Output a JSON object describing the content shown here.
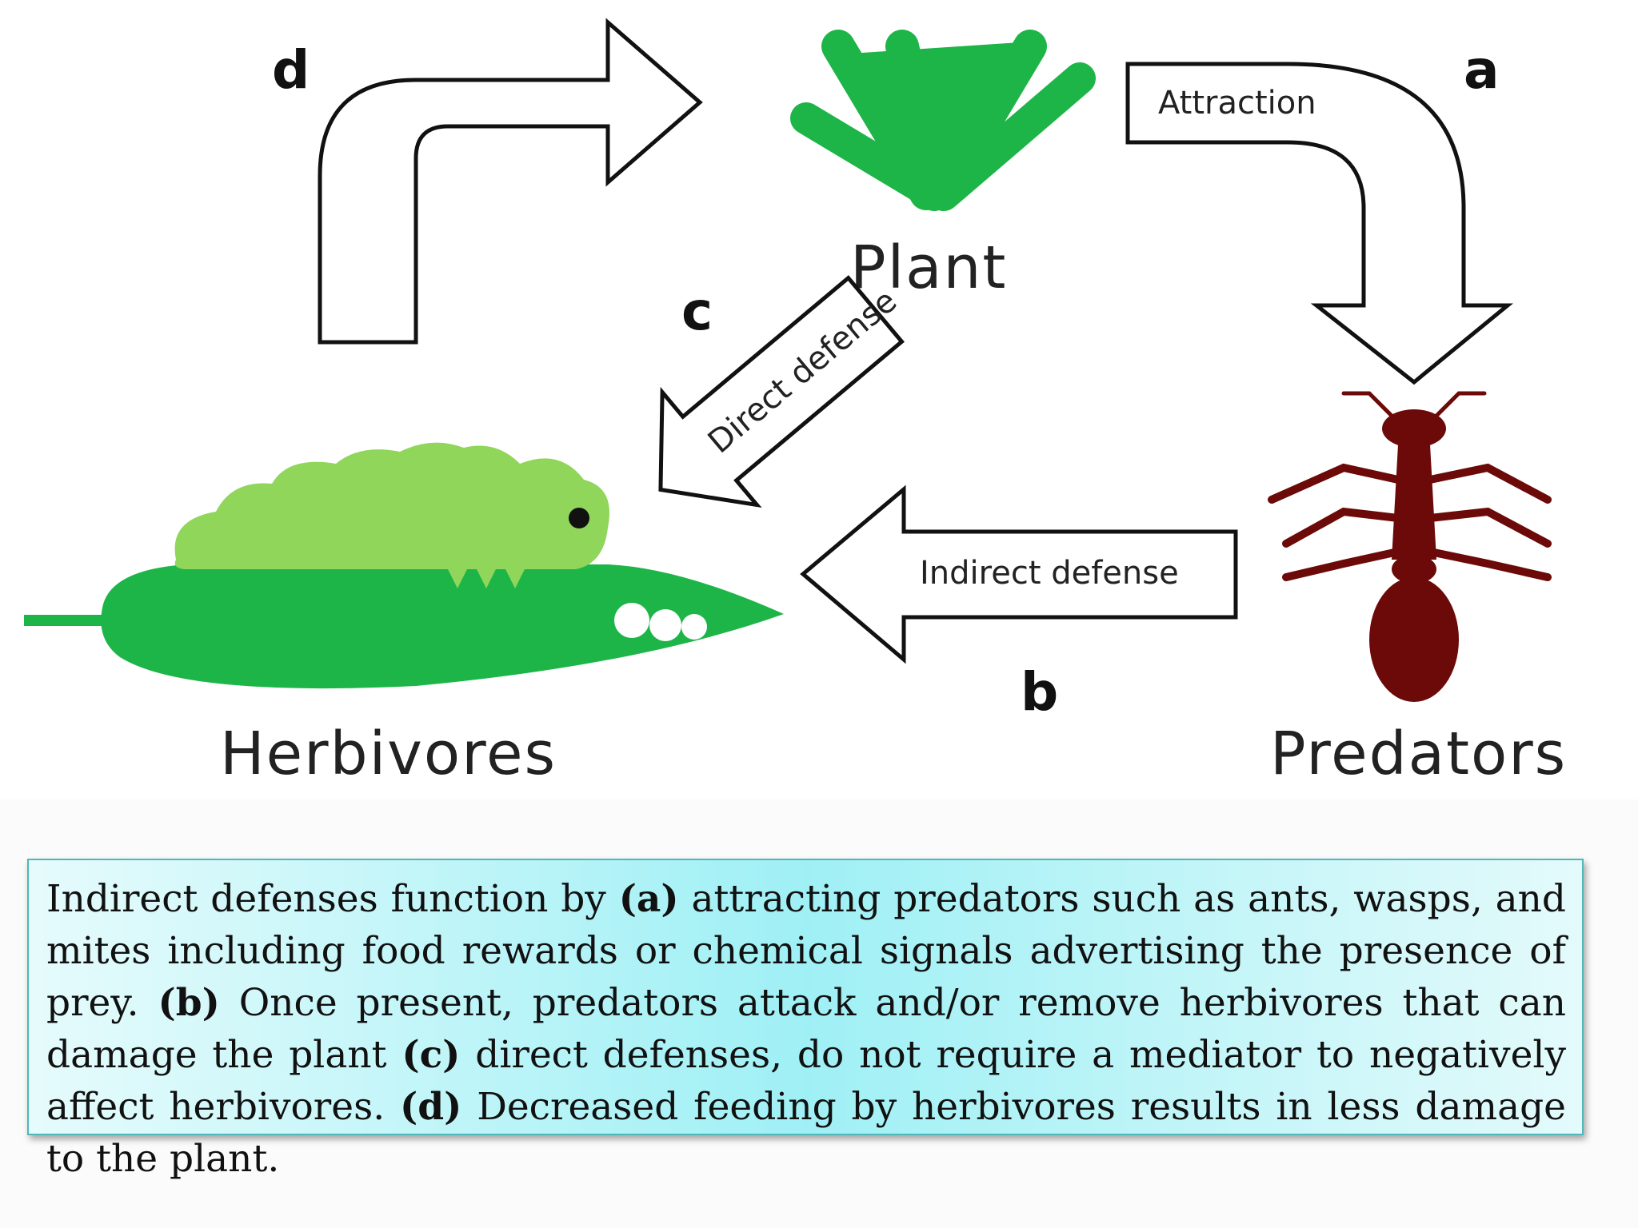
{
  "diagram": {
    "nodes": {
      "plant": "Plant",
      "herbivores": "Herbivores",
      "predators": "Predators"
    },
    "arrows": {
      "a": {
        "letter": "a",
        "label": "Attraction"
      },
      "b": {
        "letter": "b",
        "label": "Indirect defense"
      },
      "c": {
        "letter": "c",
        "label": "Direct defense"
      },
      "d": {
        "letter": "d",
        "label": ""
      }
    },
    "colors": {
      "plant_green": "#1db547",
      "caterpillar_green": "#8fd65a",
      "ant_brown": "#6b0a08",
      "arrow_stroke": "#111111"
    }
  },
  "caption": {
    "parts": [
      {
        "text": "Indirect defenses function by ",
        "bold": false
      },
      {
        "text": "(a)",
        "bold": true
      },
      {
        "text": " attracting predators such as ants, wasps, and mites including food rewards or chemical signals advertising the presence of prey. ",
        "bold": false
      },
      {
        "text": "(b)",
        "bold": true
      },
      {
        "text": " Once present, predators attack and/or remove herbivores that can damage the plant ",
        "bold": false
      },
      {
        "text": "(c)",
        "bold": true
      },
      {
        "text": " direct defenses, do not require a mediator to negatively affect herbivores. ",
        "bold": false
      },
      {
        "text": "(d)",
        "bold": true
      },
      {
        "text": " Decreased feeding by herbivores results in less damage to the plant.",
        "bold": false
      }
    ]
  }
}
